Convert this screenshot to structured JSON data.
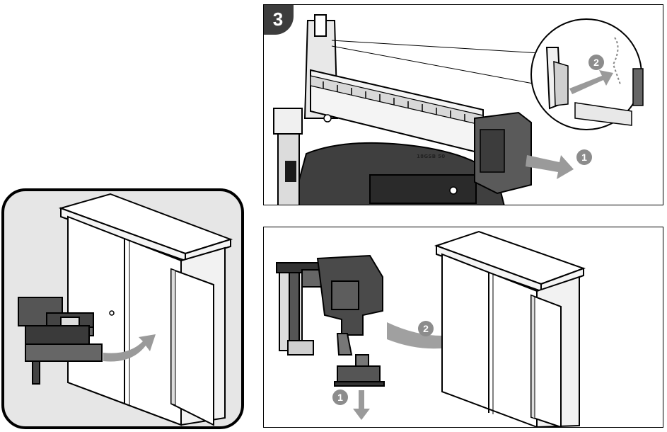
{
  "step3": {
    "badge": "3",
    "remove_step": "1",
    "detach_step": "2",
    "brand": "18GSB 50"
  },
  "store": {
    "battery_step": "1",
    "stow_step": "2"
  }
}
